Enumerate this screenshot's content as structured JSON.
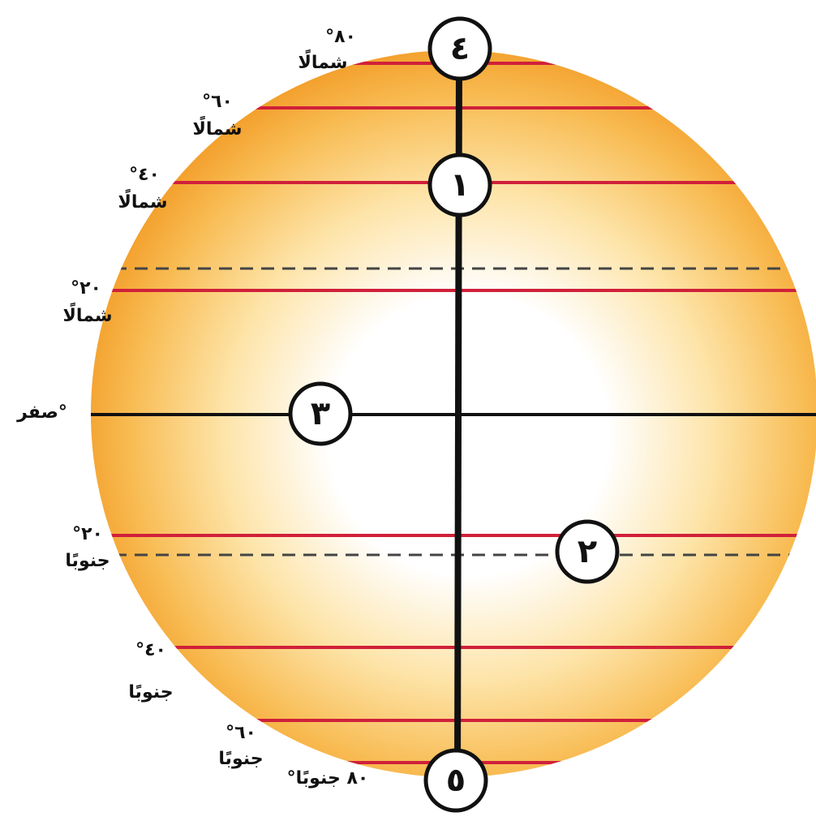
{
  "latitudes": [
    {
      "id": "n80",
      "degree": "°٨٠",
      "dir": "شمالًا"
    },
    {
      "id": "n60",
      "degree": "°٦٠",
      "dir": "شمالًا"
    },
    {
      "id": "n40",
      "degree": "°٤٠",
      "dir": "شمالًا"
    },
    {
      "id": "n20",
      "degree": "°٢٠",
      "dir": "شمالًا"
    },
    {
      "id": "eq",
      "degree": "صفر°",
      "dir": ""
    },
    {
      "id": "s20",
      "degree": "°٢٠",
      "dir": "جنوبًا"
    },
    {
      "id": "s40",
      "degree": "°٤٠",
      "dir": "جنوبًا"
    },
    {
      "id": "s60",
      "degree": "°٦٠",
      "dir": "جنوبًا"
    },
    {
      "id": "s80",
      "degree": "°٨٠ جنوبًا",
      "dir": ""
    }
  ],
  "markers": [
    {
      "id": "m1",
      "label": "١"
    },
    {
      "id": "m2",
      "label": "٢"
    },
    {
      "id": "m3",
      "label": "٣"
    },
    {
      "id": "m4",
      "label": "٤"
    },
    {
      "id": "m5",
      "label": "٥"
    }
  ],
  "colors": {
    "latitude_line": "#d0203a",
    "axis_line": "#111111",
    "globe_edge": "#f4a62a",
    "globe_center": "#ffffff"
  }
}
